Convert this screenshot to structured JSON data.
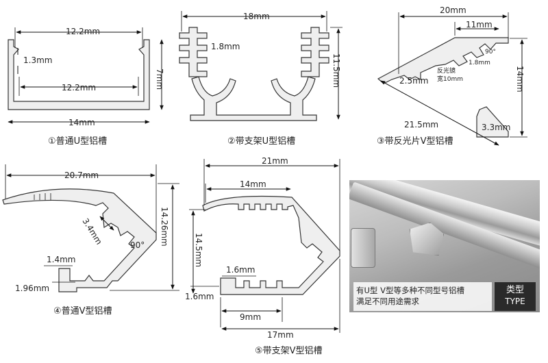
{
  "diagram1": {
    "dim_top": "12.2mm",
    "dim_left": "1.3mm",
    "dim_inner": "12.2mm",
    "dim_right": "7mm",
    "dim_bottom": "14mm",
    "caption": "①普通U型铝槽"
  },
  "diagram2": {
    "dim_top": "18mm",
    "dim_left": "1.8mm",
    "dim_right": "11.5mm",
    "caption": "②带支架U型铝槽"
  },
  "diagram3": {
    "dim_top": "20mm",
    "dim_inner": "11mm",
    "dim_angle": "90°",
    "dim_small": "1.8mm",
    "reflector_label_1": "反光镜",
    "reflector_label_2": "宽10mm",
    "dim_left": "2.5mm",
    "dim_right": "14mm",
    "dim_diag": "21.5mm",
    "dim_corner": "3.3mm",
    "caption": "③带反光片V型铝槽"
  },
  "diagram4": {
    "dim_top": "20.7mm",
    "dim_inner": "3.4mm",
    "dim_angle": "90°",
    "dim_right": "14.26mm",
    "dim_foot_h": "1.4mm",
    "dim_foot_w": "1.96mm",
    "caption": "④普通V型铝槽"
  },
  "diagram5": {
    "dim_top": "21mm",
    "dim_inner_top": "14mm",
    "dim_left": "14.5mm",
    "dim_foot_h": "1.6mm",
    "dim_foot_w": "1.6mm",
    "dim_inner_bottom": "9mm",
    "dim_bottom": "17mm",
    "caption": "⑤带支架V型铝槽"
  },
  "photo": {
    "caption_line1": "有U型 V型等多种不同型号铝槽",
    "caption_line2": "满足不同用途需求",
    "badge_zh": "类型",
    "badge_en": "TYPE"
  }
}
